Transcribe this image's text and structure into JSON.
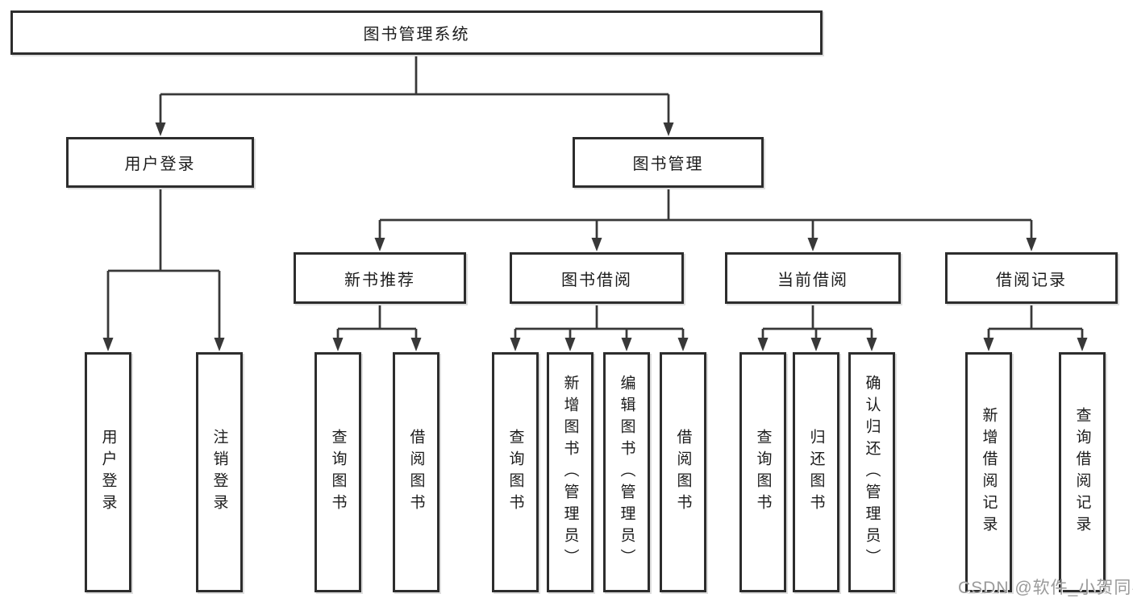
{
  "diagram": {
    "root": "图书管理系统",
    "level2": {
      "user_login": "用户登录",
      "book_mgmt": "图书管理"
    },
    "level3": {
      "new_book_rec": "新书推荐",
      "book_borrow": "图书借阅",
      "current_borrow": "当前借阅",
      "borrow_history": "借阅记录"
    },
    "leaves": {
      "user_login": "用户登录",
      "logout": "注销登录",
      "rec_query_book": "查询图书",
      "rec_borrow_book": "借阅图书",
      "bb_query_book": "查询图书",
      "bb_add_book": "新增图书（管理员）",
      "bb_edit_book": "编辑图书（管理员）",
      "bb_borrow_book": "借阅图书",
      "cb_query_book": "查询图书",
      "cb_return_book": "归还图书",
      "cb_confirm_return": "确认归还（管理员）",
      "bh_add_record": "新增借阅记录",
      "bh_query_record": "查询借阅记录"
    },
    "watermark": "CSDN @软件_小贺同学",
    "colors": {
      "line": "#383838",
      "text": "#1c1c1c",
      "watermark": "#9a9a9a",
      "background": "#ffffff"
    }
  }
}
